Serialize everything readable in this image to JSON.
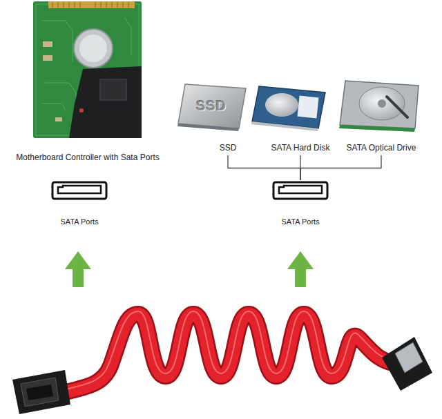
{
  "diagram": {
    "nodes": [
      {
        "text": [
          "Motherboard Controller with Sata Ports"
        ]
      },
      {
        "text": [
          "SATA Ports"
        ]
      },
      {
        "text": [
          "SSD"
        ]
      },
      {
        "text": [
          "SATA Hard Disk"
        ]
      },
      {
        "text": [
          "SATA Optical Drive"
        ]
      },
      {
        "text": [
          "SATA Ports"
        ]
      }
    ],
    "edges": [
      {
        "from": 2,
        "to": 5,
        "arrow": "none"
      },
      {
        "from": 3,
        "to": 5,
        "arrow": "none"
      },
      {
        "from": 4,
        "to": 5,
        "arrow": "none"
      }
    ],
    "labels": [
      "SSD"
    ]
  }
}
